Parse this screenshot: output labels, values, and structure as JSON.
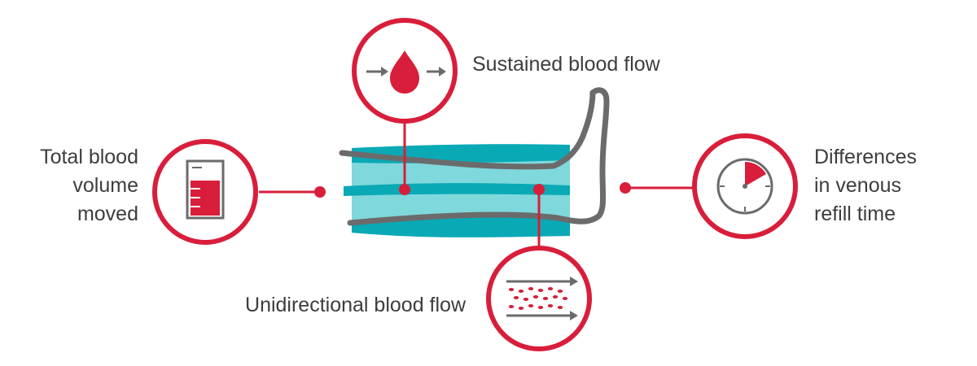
{
  "colors": {
    "accent_red": "#d81e3a",
    "teal_dark": "#0aa9b6",
    "teal_light": "#7fd8dc",
    "leg_gray": "#6b6b6b",
    "text": "#3d3d3d"
  },
  "labels": {
    "volume": [
      "Total blood",
      "volume",
      "moved"
    ],
    "sustained": "Sustained blood flow",
    "differences": [
      "Differences",
      "in venous",
      "refill time"
    ],
    "unidirectional": "Unidirectional blood flow"
  },
  "icons": {
    "volume": "blood-container-icon",
    "sustained": "blood-drop-arrows-icon",
    "differences": "timer-icon",
    "unidirectional": "blood-cells-flow-icon"
  }
}
